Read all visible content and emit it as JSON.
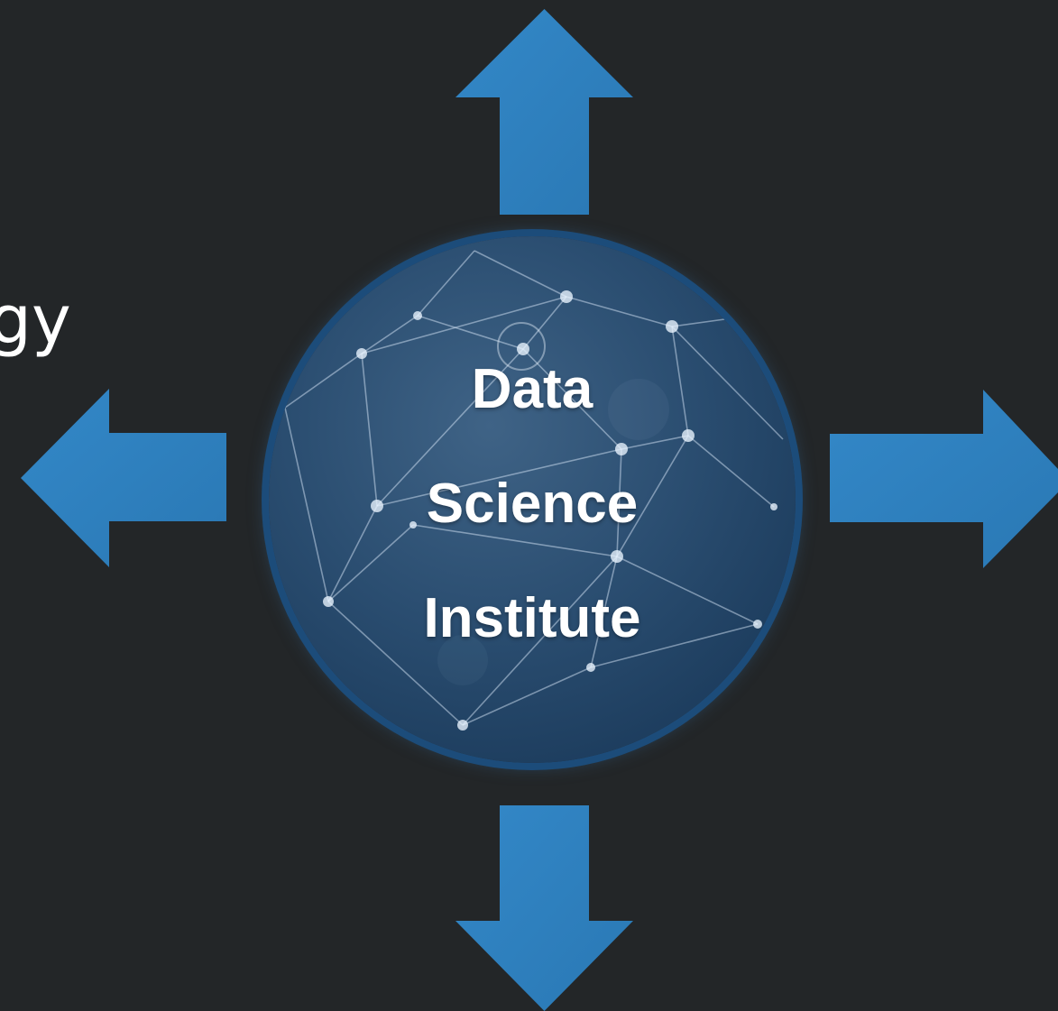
{
  "center": {
    "lines": [
      "Data",
      "Science",
      "Institute"
    ]
  },
  "offscreen_label": {
    "fragment": "gy"
  },
  "arrows": [
    {
      "name": "up-arrow",
      "direction": "up"
    },
    {
      "name": "left-arrow",
      "direction": "left"
    },
    {
      "name": "right-arrow",
      "direction": "right"
    },
    {
      "name": "down-arrow",
      "direction": "down"
    }
  ],
  "colors": {
    "background": "#232628",
    "arrow_fill": "#2f82c0",
    "arrow_fill_dark": "#2876b0",
    "hub_border": "#1b4e7f",
    "hub_background": "#234567",
    "text": "#ffffff"
  },
  "icons": {
    "background_pattern": "network-graph-pattern"
  }
}
